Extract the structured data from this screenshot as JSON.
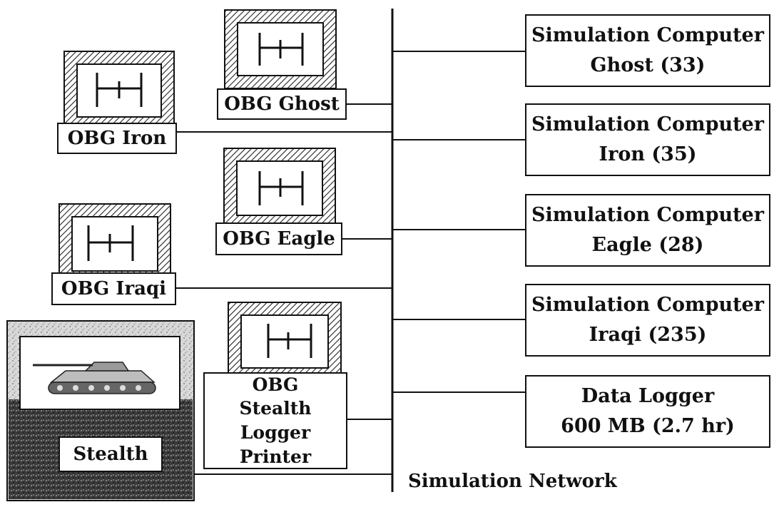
{
  "obg_stations": {
    "iron": "OBG Iron",
    "ghost": "OBG Ghost",
    "eagle": "OBG Eagle",
    "iraqi": "OBG Iraqi",
    "stealth_logger_line1": "OBG",
    "stealth_logger_line2": "Stealth Logger",
    "stealth_logger_line3": "Printer"
  },
  "stealth": {
    "label": "Stealth",
    "image": "tank-icon"
  },
  "simulation_computers": [
    {
      "line1": "Simulation Computer",
      "line2": "Ghost (33)"
    },
    {
      "line1": "Simulation Computer",
      "line2": "Iron (35)"
    },
    {
      "line1": "Simulation Computer",
      "line2": "Eagle (28)"
    },
    {
      "line1": "Simulation Computer",
      "line2": "Iraqi (235)"
    }
  ],
  "data_logger": {
    "line1": "Data Logger",
    "line2": "600 MB (2.7 hr)"
  },
  "network": {
    "label": "Simulation Network"
  },
  "icons": {
    "monitor": "monitor-icon",
    "tank": "tank-icon"
  }
}
